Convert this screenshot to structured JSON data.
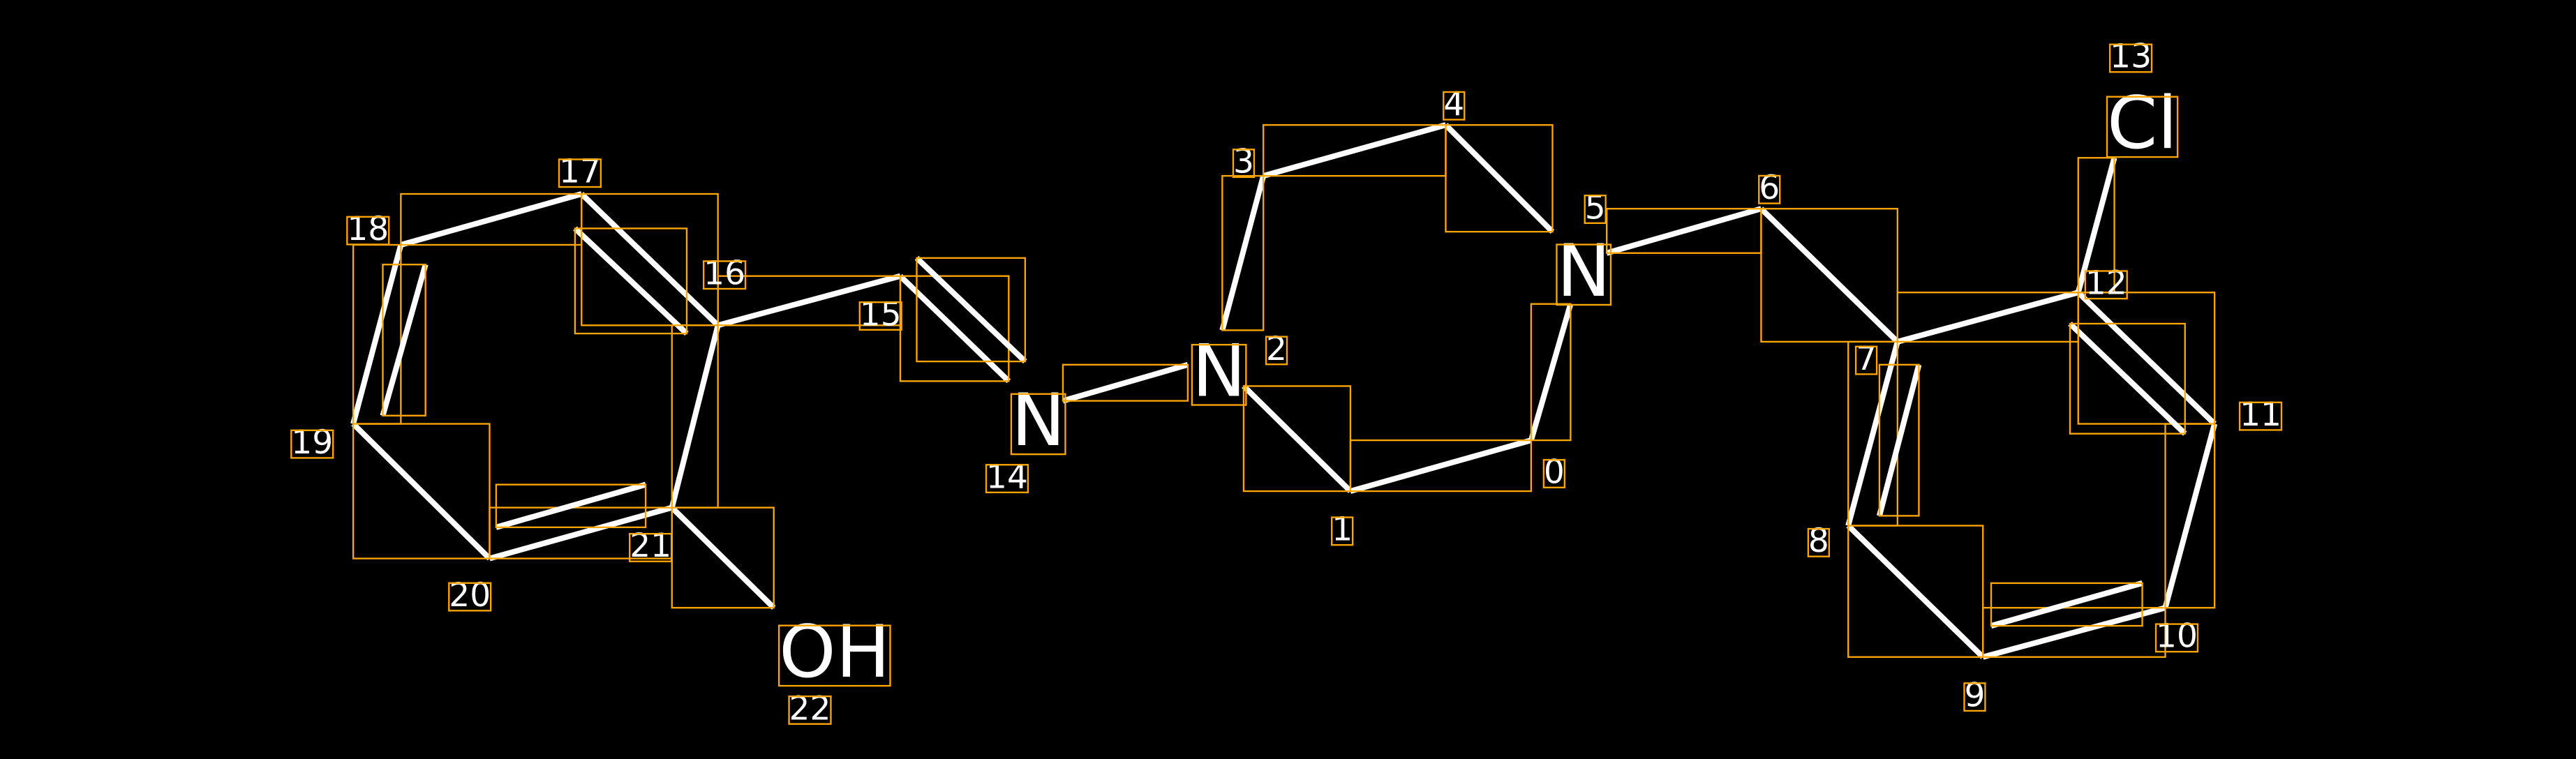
{
  "colors": {
    "background": "#000000",
    "bond": "#FFFFFF",
    "box": "#FFA500"
  },
  "atoms": [
    {
      "index": "0",
      "symbol": ""
    },
    {
      "index": "1",
      "symbol": ""
    },
    {
      "index": "2",
      "symbol": "N"
    },
    {
      "index": "3",
      "symbol": ""
    },
    {
      "index": "4",
      "symbol": ""
    },
    {
      "index": "5",
      "symbol": "N"
    },
    {
      "index": "6",
      "symbol": ""
    },
    {
      "index": "7",
      "symbol": ""
    },
    {
      "index": "8",
      "symbol": ""
    },
    {
      "index": "9",
      "symbol": ""
    },
    {
      "index": "10",
      "symbol": ""
    },
    {
      "index": "11",
      "symbol": ""
    },
    {
      "index": "12",
      "symbol": ""
    },
    {
      "index": "13",
      "symbol": "Cl"
    },
    {
      "index": "14",
      "symbol": "N"
    },
    {
      "index": "15",
      "symbol": ""
    },
    {
      "index": "16",
      "symbol": ""
    },
    {
      "index": "17",
      "symbol": ""
    },
    {
      "index": "18",
      "symbol": ""
    },
    {
      "index": "19",
      "symbol": ""
    },
    {
      "index": "20",
      "symbol": ""
    },
    {
      "index": "21",
      "symbol": ""
    },
    {
      "index": "22",
      "symbol": "OH"
    }
  ],
  "bonds": [
    {
      "a": 0,
      "b": 1,
      "order": 1
    },
    {
      "a": 1,
      "b": 2,
      "order": 1
    },
    {
      "a": 2,
      "b": 3,
      "order": 1
    },
    {
      "a": 3,
      "b": 4,
      "order": 1
    },
    {
      "a": 4,
      "b": 5,
      "order": 1
    },
    {
      "a": 5,
      "b": 0,
      "order": 1
    },
    {
      "a": 5,
      "b": 6,
      "order": 1
    },
    {
      "a": 6,
      "b": 7,
      "order": 1
    },
    {
      "a": 7,
      "b": 8,
      "order": 2
    },
    {
      "a": 8,
      "b": 9,
      "order": 1
    },
    {
      "a": 9,
      "b": 10,
      "order": 2
    },
    {
      "a": 10,
      "b": 11,
      "order": 1
    },
    {
      "a": 11,
      "b": 12,
      "order": 2
    },
    {
      "a": 12,
      "b": 13,
      "order": 1
    },
    {
      "a": 12,
      "b": 7,
      "order": 1
    },
    {
      "a": 14,
      "b": 2,
      "order": 1
    },
    {
      "a": 15,
      "b": 14,
      "order": 2
    },
    {
      "a": 15,
      "b": 16,
      "order": 1
    },
    {
      "a": 16,
      "b": 17,
      "order": 2
    },
    {
      "a": 17,
      "b": 18,
      "order": 1
    },
    {
      "a": 18,
      "b": 19,
      "order": 2
    },
    {
      "a": 19,
      "b": 20,
      "order": 1
    },
    {
      "a": 20,
      "b": 21,
      "order": 2
    },
    {
      "a": 21,
      "b": 16,
      "order": 1
    },
    {
      "a": 21,
      "b": 22,
      "order": 1
    }
  ]
}
